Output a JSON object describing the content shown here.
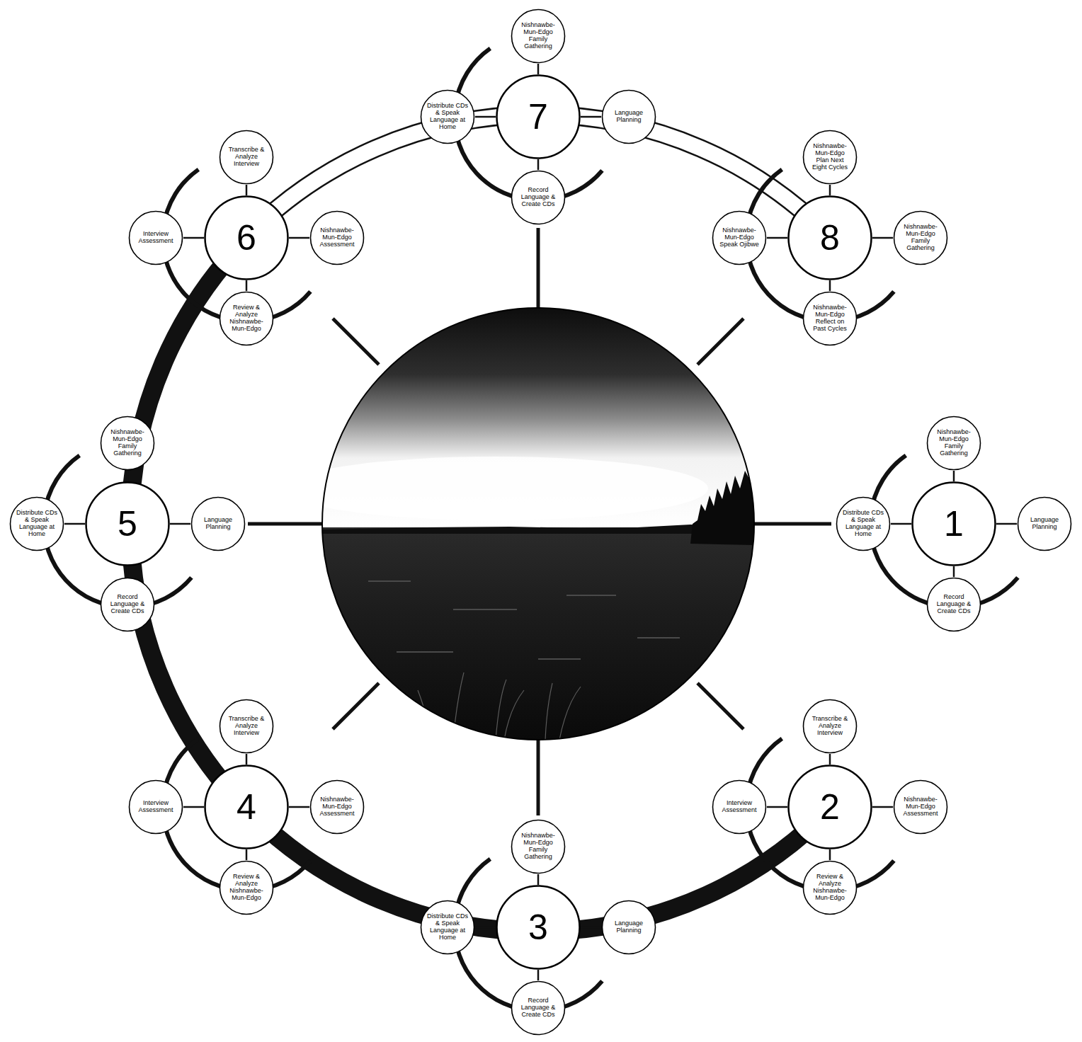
{
  "diagram": {
    "nodes": [
      {
        "text": [
          "1"
        ]
      },
      {
        "text": [
          "Nishnawbe-Mun-Edgo Family Gathering"
        ]
      },
      {
        "text": [
          "Distribute CDs & Speak Language at Home"
        ]
      },
      {
        "text": [
          "Language Planning"
        ]
      },
      {
        "text": [
          "Record Language & Create CDs"
        ]
      },
      {
        "text": [
          "2"
        ]
      },
      {
        "text": [
          "Transcribe & Analyze Interview"
        ]
      },
      {
        "text": [
          "Interview Assessment"
        ]
      },
      {
        "text": [
          "Nishnawbe-Mun-Edgo Assessment"
        ]
      },
      {
        "text": [
          "Review & Analyze Nishnawbe-Mun-Edgo"
        ]
      },
      {
        "text": [
          "3"
        ]
      },
      {
        "text": [
          "Nishnawbe-Mun-Edgo Family Gathering"
        ]
      },
      {
        "text": [
          "Distribute CDs & Speak Language at Home"
        ]
      },
      {
        "text": [
          "Language Planning"
        ]
      },
      {
        "text": [
          "Record Language & Create CDs"
        ]
      },
      {
        "text": [
          "4"
        ]
      },
      {
        "text": [
          "Transcribe & Analyze Interview"
        ]
      },
      {
        "text": [
          "Interview Assessment"
        ]
      },
      {
        "text": [
          "Nishnawbe-Mun-Edgo Assessment"
        ]
      },
      {
        "text": [
          "Review & Analyze Nishnawbe-Mun-Edgo"
        ]
      },
      {
        "text": [
          "5"
        ]
      },
      {
        "text": [
          "Nishnawbe-Mun-Edgo Family Gathering"
        ]
      },
      {
        "text": [
          "Distribute CDs & Speak Language at Home"
        ]
      },
      {
        "text": [
          "Language Planning"
        ]
      },
      {
        "text": [
          "Record Language & Create CDs"
        ]
      },
      {
        "text": [
          "6"
        ]
      },
      {
        "text": [
          "Transcribe & Analyze Interview"
        ]
      },
      {
        "text": [
          "Interview Assessment"
        ]
      },
      {
        "text": [
          "Nishnawbe-Mun-Edgo Assessment"
        ]
      },
      {
        "text": [
          "Review & Analyze Nishnawbe-Mun-Edgo"
        ]
      },
      {
        "text": [
          "7"
        ]
      },
      {
        "text": [
          "Nishnawbe-Mun-Edgo Family Gathering"
        ]
      },
      {
        "text": [
          "Distribute CDs & Speak Language at Home"
        ]
      },
      {
        "text": [
          "Language Planning"
        ]
      },
      {
        "text": [
          "Record Language & Create CDs"
        ]
      },
      {
        "text": [
          "8"
        ]
      },
      {
        "text": [
          "Nishnawbe-Mun-Edgo Plan Next Eight Cycles"
        ]
      },
      {
        "text": [
          "Nishnawbe-Mun-Edgo Speak Ojibwe"
        ]
      },
      {
        "text": [
          "Nishnawbe-Mun-Edgo Family Gathering"
        ]
      },
      {
        "text": [
          "Nishnawbe-Mun-Edgo Reflect on Past Cycles"
        ]
      }
    ],
    "edges": [
      {
        "from": 0,
        "to": 1,
        "arrow": "none"
      },
      {
        "from": 0,
        "to": 2,
        "arrow": "none"
      },
      {
        "from": 0,
        "to": 3,
        "arrow": "none"
      },
      {
        "from": 0,
        "to": 4,
        "arrow": "none"
      },
      {
        "from": 5,
        "to": 6,
        "arrow": "none"
      },
      {
        "from": 5,
        "to": 7,
        "arrow": "none"
      },
      {
        "from": 5,
        "to": 8,
        "arrow": "none"
      },
      {
        "from": 5,
        "to": 9,
        "arrow": "none"
      },
      {
        "from": 10,
        "to": 11,
        "arrow": "none"
      },
      {
        "from": 10,
        "to": 12,
        "arrow": "none"
      },
      {
        "from": 10,
        "to": 13,
        "arrow": "none"
      },
      {
        "from": 10,
        "to": 14,
        "arrow": "none"
      },
      {
        "from": 15,
        "to": 16,
        "arrow": "none"
      },
      {
        "from": 15,
        "to": 17,
        "arrow": "none"
      },
      {
        "from": 15,
        "to": 18,
        "arrow": "none"
      },
      {
        "from": 15,
        "to": 19,
        "arrow": "none"
      },
      {
        "from": 20,
        "to": 21,
        "arrow": "none"
      },
      {
        "from": 20,
        "to": 22,
        "arrow": "none"
      },
      {
        "from": 20,
        "to": 23,
        "arrow": "none"
      },
      {
        "from": 20,
        "to": 24,
        "arrow": "none"
      },
      {
        "from": 25,
        "to": 26,
        "arrow": "none"
      },
      {
        "from": 25,
        "to": 27,
        "arrow": "none"
      },
      {
        "from": 25,
        "to": 28,
        "arrow": "none"
      },
      {
        "from": 25,
        "to": 29,
        "arrow": "none"
      },
      {
        "from": 30,
        "to": 31,
        "arrow": "none"
      },
      {
        "from": 30,
        "to": 32,
        "arrow": "none"
      },
      {
        "from": 30,
        "to": 33,
        "arrow": "none"
      },
      {
        "from": 30,
        "to": 34,
        "arrow": "none"
      },
      {
        "from": 35,
        "to": 36,
        "arrow": "none"
      },
      {
        "from": 35,
        "to": 37,
        "arrow": "none"
      },
      {
        "from": 35,
        "to": 38,
        "arrow": "none"
      },
      {
        "from": 35,
        "to": 39,
        "arrow": "none"
      }
    ]
  }
}
